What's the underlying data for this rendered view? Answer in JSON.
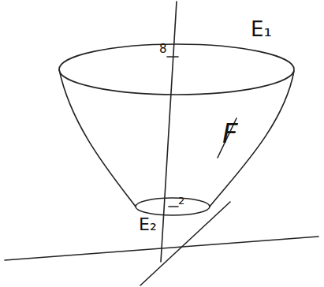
{
  "diagram": {
    "labels": [
      "E₁",
      "8",
      "2",
      "E₂",
      "F"
    ]
  }
}
